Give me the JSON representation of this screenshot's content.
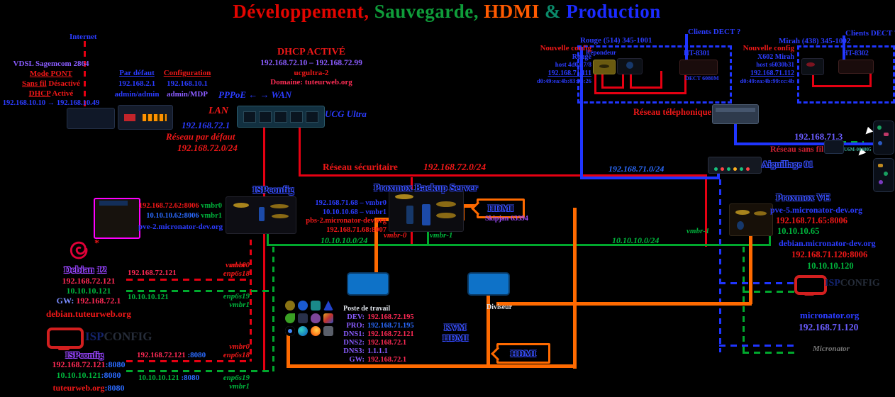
{
  "title": {
    "part1": "Développement,",
    "part2": "Sauvegarde,",
    "part3": "HDMI",
    "part4": "&",
    "part5": "Production"
  },
  "internet_label": "Internet",
  "modem": {
    "model": "VDSL Sagemcom 2864",
    "mode": "Mode PONT",
    "wifi_u": "Sans fil",
    "wifi_rest": " Désactivé",
    "dhcp_u": "DHCP",
    "dhcp_rest": " Activé",
    "range": "192.168.10.10 → 192.168.10.49"
  },
  "modem_access": {
    "default_header": "Par défaut",
    "default_ip": "192.168.2.1",
    "default_cred": "admin/admin",
    "config_header": "Configuration",
    "config_ip": "192.168.10.1",
    "config_cred": "admin/MDP"
  },
  "dhcp": {
    "title": "DHCP ACTIVÉ",
    "range": "192.168.72.10 – 192.168.72.99",
    "host": "ucgultra-2",
    "domain": "Domaine: tuteurweb.org"
  },
  "router": {
    "wan": "PPPoE ← → WAN",
    "lan": "LAN",
    "model": "UCG Ultra",
    "ip": "192.168.72.1",
    "net_label": "Réseau par défaut",
    "net": "192.168.72.0/24"
  },
  "nets": {
    "secure": "Réseau sécuritaire",
    "secure_cidr": "192.168.72.0/24",
    "prod": "192.168.71.0/24",
    "mgmt1": "10.10.10.0/24",
    "mgmt2": "10.10.10.0/24"
  },
  "pve2": {
    "title": "ISPconfig",
    "star": "*",
    "l1": "192.168.72.62:8006",
    "l1b": "vmbr0",
    "l2": "10.10.10.62:8006",
    "l2b": "vmbr1",
    "fqdn": "pve-2.micronator-dev.org",
    "bridge": "vmbr0"
  },
  "pbs": {
    "title": "Proxmox Backup Server",
    "l1": "192.168.71.68 – vmbr0",
    "l2": "10.10.10.68 – vmbr1",
    "l3": "pbs-2.micronator-dev.org",
    "l4": "192.168.71.68:8007",
    "b0": "vmbr-0",
    "b1": "vmbr-1",
    "hdmi": "HDMI",
    "note": "Skipjan 63394"
  },
  "debian": {
    "title": "Debian 12",
    "ip_dev": "192.168.72.121",
    "ip_mgmt": "10.10.10.121",
    "gw_label": "GW:",
    "gw": "192.168.72.1",
    "fqdn": "debian.tuteurweb.org",
    "link_dev": "192.168.72.121",
    "link_mgmt": "10.10.10.121",
    "if1": "vmbr0",
    "if2": "enp6s18",
    "if3": "enp6s19",
    "if4": "vmbr1"
  },
  "ispvm": {
    "logo_isp": "ISP",
    "logo_config": "CONFIG",
    "title": "ISPconfig",
    "l1": "192.168.72.121",
    "l1p": ":8080",
    "l2": "10.10.10.121",
    "l2p": ":8080",
    "l3": "tuteurweb.org",
    "l3p": ":8080",
    "link1": "192.168.72.121",
    "link1p": ":8080",
    "link2": "10.10.10.121",
    "link2p": ":8080",
    "if1": "vmbr0",
    "if2": "enp6s18",
    "if3": "enp6s19",
    "if4": "vmbr1"
  },
  "ws": {
    "title": "Poste de travail",
    "rows": [
      {
        "k": "DEV:",
        "v": "192.168.72.195"
      },
      {
        "k": "PRO:",
        "v": "192.168.71.195"
      },
      {
        "k": "DNS1:",
        "v": "192.168.72.121"
      },
      {
        "k": "DNS2:",
        "v": "192.168.72.1"
      },
      {
        "k": "DNS3:",
        "v": "1.1.1.1"
      },
      {
        "k": "GW:",
        "v": "192.168.72.1"
      }
    ]
  },
  "kvm": {
    "splitter": "Diviseur",
    "kvm": "KVM",
    "hdmi": "HDMI",
    "callout": "HDMI"
  },
  "line1": {
    "clients": "Clients DECT ?",
    "number": "Rouge (514) 345-1001",
    "cfg_title": "Nouvelle config",
    "cfg1": "Rouge",
    "cfg2": "host 4d0a:7/8",
    "ip": "192.168.71.111",
    "mac": "d0:49:ea:4b:83:93:26",
    "repondeur": "Répondeur",
    "ata": "HT-8301",
    "dect": "DECT 6080M"
  },
  "line2": {
    "clients": "Clients DECT ?",
    "number": "Mirah (438) 345-1002",
    "cfg_title": "Nouvelle config",
    "cfg1": "X602 Mirah",
    "cfg2": "host s6030b31",
    "ip": "192.168.71.112",
    "mac": "d0:49:ea:4b:99:cc:4b",
    "ata": "HT-8302"
  },
  "tel": {
    "label": "Réseau téléphonique"
  },
  "wifi": {
    "ip": "192.168.71.3",
    "label": "Réseau sans fil",
    "ap": "U6M-004005"
  },
  "sw": {
    "label": "Aiguillage 01"
  },
  "pve5": {
    "title": "Proxmox VE",
    "fqdn": "pve-5.micronator-dev.org",
    "ip": "192.168.71.65:8006",
    "mgmt": "10.10.10.65",
    "vm_fqdn": "debian.micronator-dev.org",
    "vm_ip": "192.168.71.120:8006",
    "vm_mgmt": "10.10.10.120",
    "bridge": "vmbr-1"
  },
  "micro": {
    "logo_isp": "ISP",
    "logo_config": "CONFIG",
    "domain": "micronator.org",
    "ip": "192.168.71.120",
    "watermark": "Micronator"
  },
  "colors": {
    "red": "#f01818",
    "blue": "#2b3cff",
    "green": "#00b43c",
    "orange": "#ff6a00",
    "purple": "#8a5cff"
  }
}
